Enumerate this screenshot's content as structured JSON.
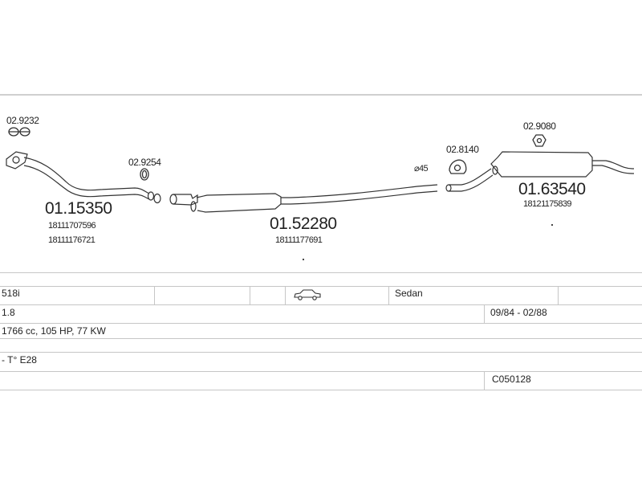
{
  "parts": {
    "clamp_front_code": "02.9232",
    "front_pipe_code": "01.15350",
    "front_pipe_ref1": "18111707596",
    "front_pipe_ref2": "18111176721",
    "gasket_code": "02.9254",
    "middle_silencer_code": "01.52280",
    "middle_silencer_ref": "18111177691",
    "pipe_diameter_label": "⌀45",
    "rear_clamp_code": "02.8140",
    "rubber_mount_code": "02.9080",
    "rear_silencer_code": "01.63540",
    "rear_silencer_ref": "18121175839"
  },
  "vehicle": {
    "model": "518i",
    "body_type": "Sedan",
    "body_icon": "sedan-car-icon",
    "engine_size": "1.8",
    "production_years": "09/84 - 02/88",
    "engine_specs": "1766 cc, 105 HP, 77 KW",
    "chassis": "- T° E28",
    "catalog_code": "C050128"
  }
}
